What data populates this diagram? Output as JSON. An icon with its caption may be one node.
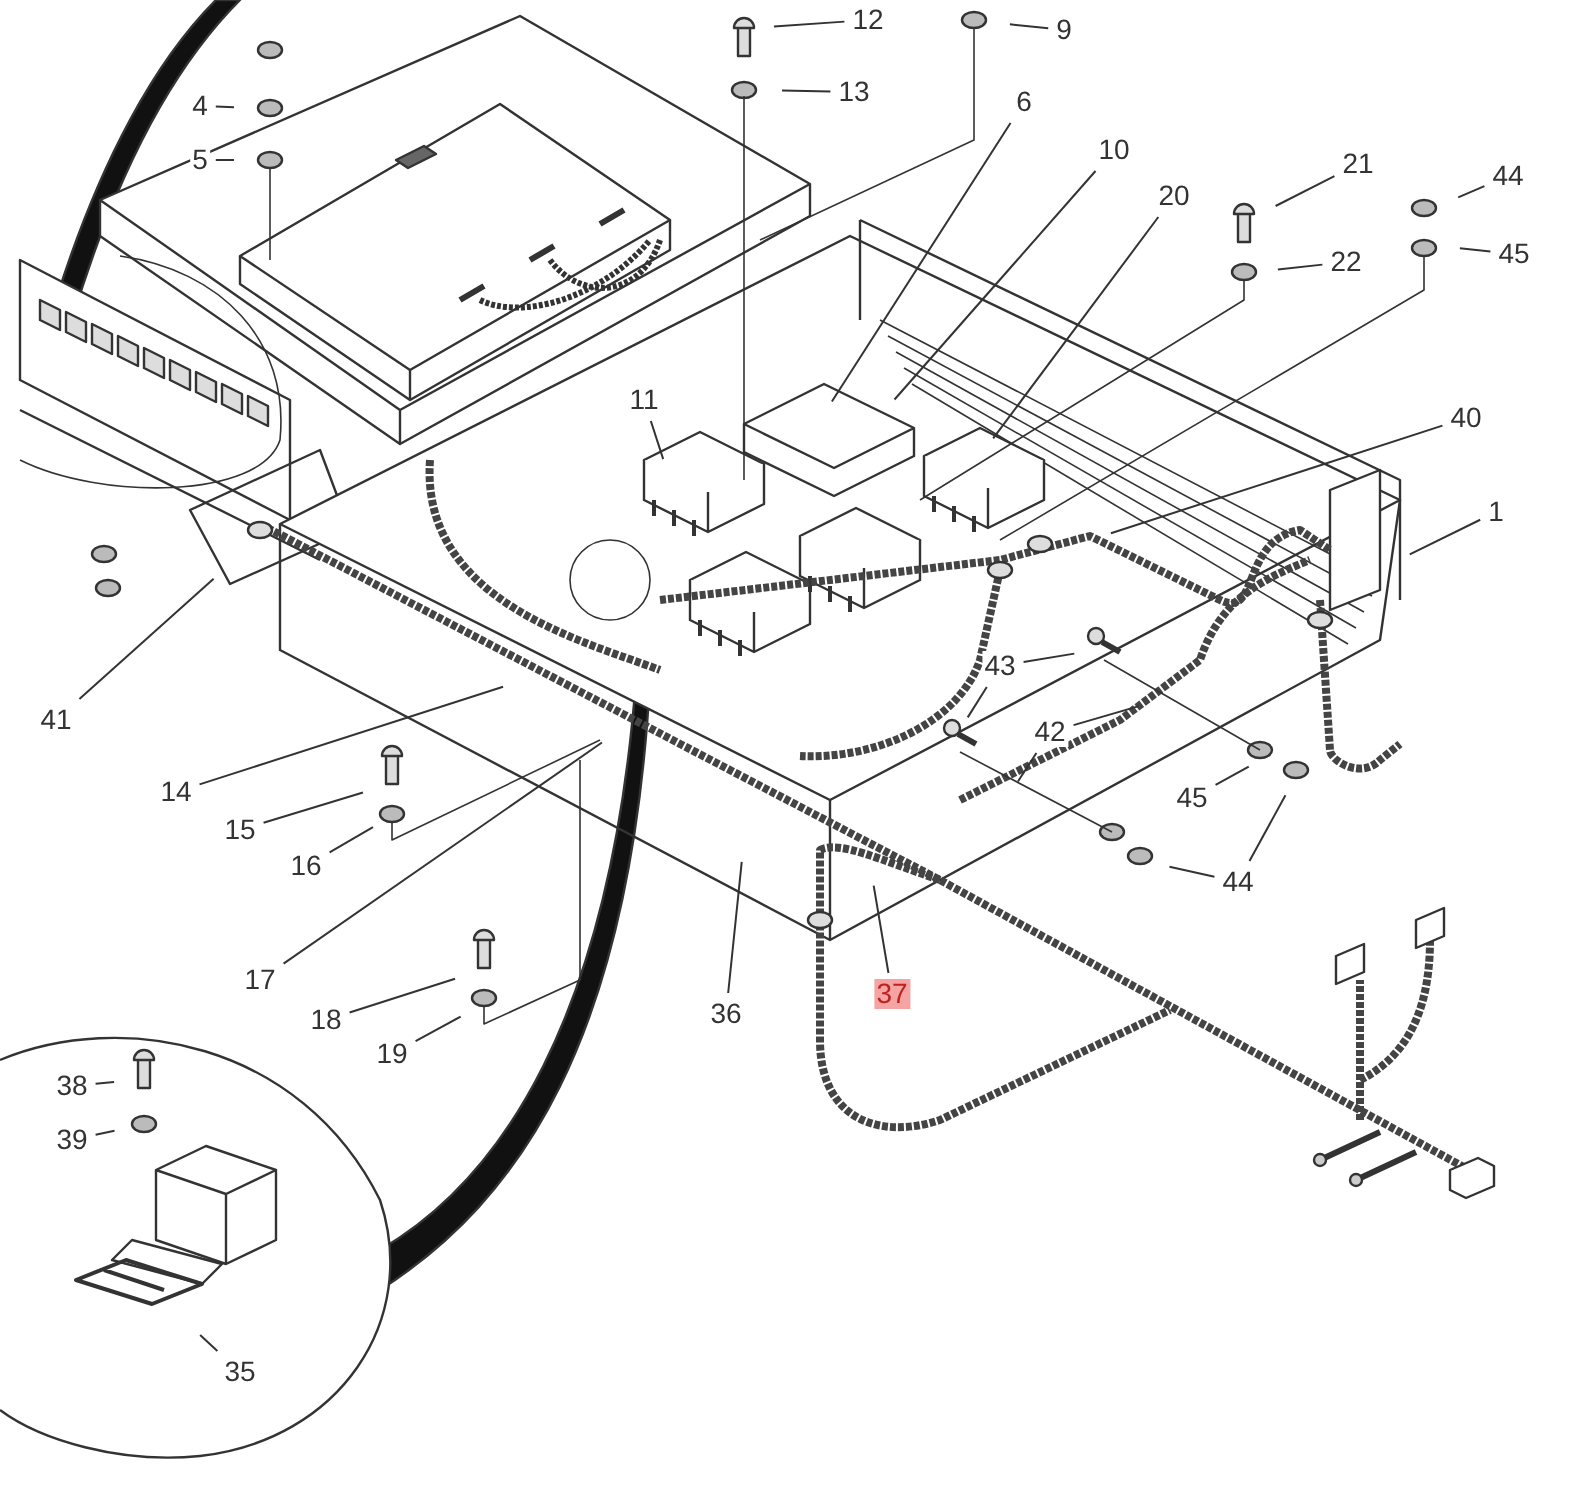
{
  "diagram": {
    "nodes": [
      {
        "text": [
          "4"
        ]
      },
      {
        "text": [
          "5"
        ]
      },
      {
        "text": [
          "12"
        ]
      },
      {
        "text": [
          "9"
        ]
      },
      {
        "text": [
          "13"
        ]
      },
      {
        "text": [
          "6"
        ]
      },
      {
        "text": [
          "10"
        ]
      },
      {
        "text": [
          "21"
        ]
      },
      {
        "text": [
          "44"
        ]
      },
      {
        "text": [
          "20"
        ]
      },
      {
        "text": [
          "45"
        ]
      },
      {
        "text": [
          "22"
        ]
      },
      {
        "text": [
          "11"
        ]
      },
      {
        "text": [
          "40"
        ]
      },
      {
        "text": [
          "1"
        ]
      },
      {
        "text": [
          "43"
        ]
      },
      {
        "text": [
          "41"
        ]
      },
      {
        "text": [
          "42"
        ]
      },
      {
        "text": [
          "14"
        ]
      },
      {
        "text": [
          "45"
        ]
      },
      {
        "text": [
          "15"
        ]
      },
      {
        "text": [
          "16"
        ]
      },
      {
        "text": [
          "44"
        ]
      },
      {
        "text": [
          "17"
        ]
      },
      {
        "text": [
          "37"
        ]
      },
      {
        "text": [
          "18"
        ]
      },
      {
        "text": [
          "36"
        ]
      },
      {
        "text": [
          "19"
        ]
      },
      {
        "text": [
          "38"
        ]
      },
      {
        "text": [
          "39"
        ]
      },
      {
        "text": [
          "35"
        ]
      }
    ],
    "edges": [
      {
        "from": 0,
        "to": null,
        "arrow": "none"
      },
      {
        "from": 1,
        "to": null,
        "arrow": "none"
      },
      {
        "from": 2,
        "to": null,
        "arrow": "none"
      },
      {
        "from": 3,
        "to": null,
        "arrow": "none"
      },
      {
        "from": 4,
        "to": null,
        "arrow": "none"
      },
      {
        "from": 5,
        "to": null,
        "arrow": "none"
      },
      {
        "from": 6,
        "to": null,
        "arrow": "none"
      },
      {
        "from": 7,
        "to": null,
        "arrow": "none"
      },
      {
        "from": 8,
        "to": null,
        "arrow": "none"
      },
      {
        "from": 9,
        "to": null,
        "arrow": "none"
      },
      {
        "from": 10,
        "to": null,
        "arrow": "none"
      },
      {
        "from": 11,
        "to": null,
        "arrow": "none"
      },
      {
        "from": 12,
        "to": null,
        "arrow": "none"
      },
      {
        "from": 13,
        "to": null,
        "arrow": "none"
      },
      {
        "from": 14,
        "to": null,
        "arrow": "none"
      },
      {
        "from": 15,
        "to": null,
        "arrow": "none"
      },
      {
        "from": 15,
        "to": null,
        "arrow": "none"
      },
      {
        "from": 16,
        "to": null,
        "arrow": "none"
      },
      {
        "from": 17,
        "to": null,
        "arrow": "none"
      },
      {
        "from": 17,
        "to": null,
        "arrow": "none"
      },
      {
        "from": 18,
        "to": null,
        "arrow": "none"
      },
      {
        "from": 19,
        "to": null,
        "arrow": "none"
      },
      {
        "from": 20,
        "to": null,
        "arrow": "none"
      },
      {
        "from": 21,
        "to": null,
        "arrow": "none"
      },
      {
        "from": 22,
        "to": null,
        "arrow": "none"
      },
      {
        "from": 22,
        "to": null,
        "arrow": "none"
      },
      {
        "from": 23,
        "to": null,
        "arrow": "none"
      },
      {
        "from": 24,
        "to": null,
        "arrow": "none"
      },
      {
        "from": 25,
        "to": null,
        "arrow": "none"
      },
      {
        "from": 26,
        "to": null,
        "arrow": "none"
      },
      {
        "from": 27,
        "to": null,
        "arrow": "none"
      },
      {
        "from": 28,
        "to": null,
        "arrow": "none"
      },
      {
        "from": 29,
        "to": null,
        "arrow": "none"
      },
      {
        "from": 30,
        "to": null,
        "arrow": "none"
      }
    ]
  }
}
